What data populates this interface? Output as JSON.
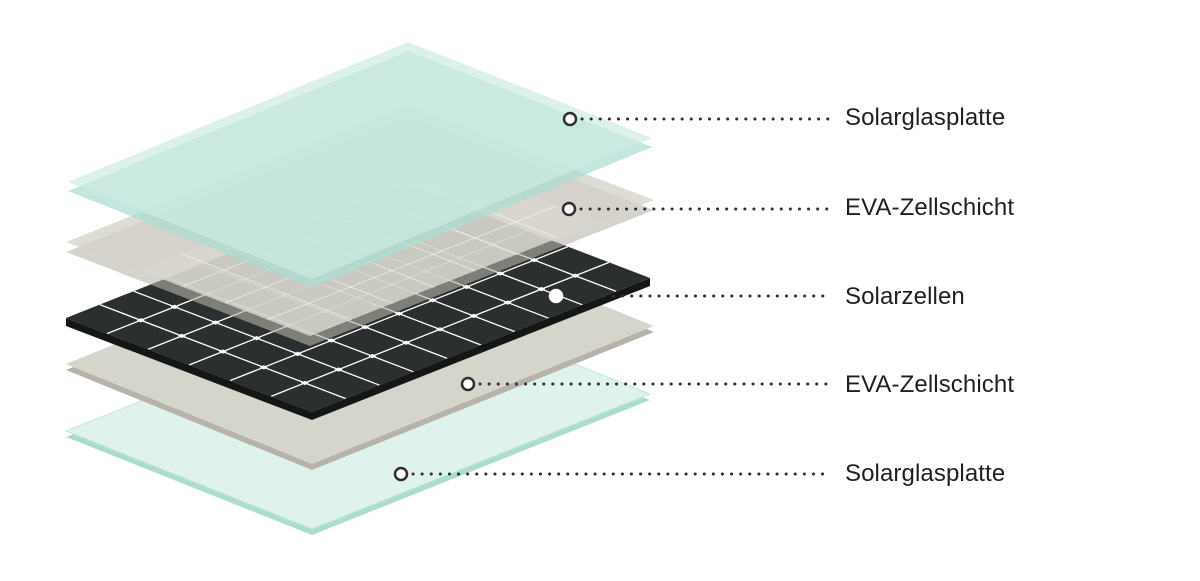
{
  "layers": [
    {
      "id": "glass-top",
      "label": "Solarglasplatte"
    },
    {
      "id": "eva-top",
      "label": "EVA-Zellschicht"
    },
    {
      "id": "cells",
      "label": "Solarzellen"
    },
    {
      "id": "eva-bottom",
      "label": "EVA-Zellschicht"
    },
    {
      "id": "glass-bottom",
      "label": "Solarglasplatte"
    }
  ],
  "colors": {
    "glass_fill": "#dff3ec",
    "glass_edge": "#a9ddd0",
    "eva_fill": "#d6d5cc",
    "eva_edge": "#b5b3aa",
    "cell_fill": "#2b2f2e",
    "cell_grid": "#ffffff",
    "callout": "#2f2f2f"
  }
}
